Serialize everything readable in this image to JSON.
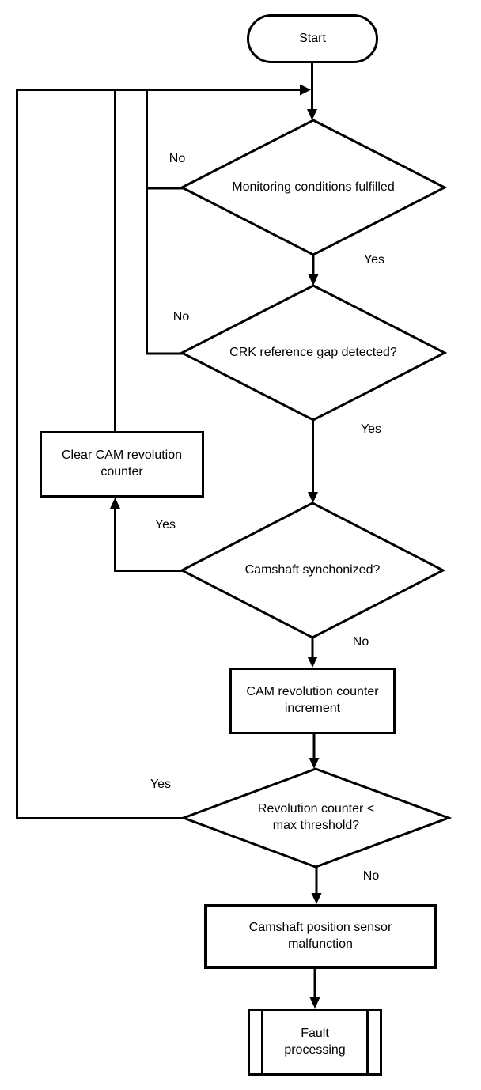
{
  "diagram": {
    "description": "Camshaft position sensor monitoring flowchart",
    "colors": {
      "line": "#000000",
      "background": "#ffffff",
      "text": "#000000"
    },
    "nodes": {
      "start": {
        "type": "terminator",
        "label": "Start"
      },
      "monitoring": {
        "type": "decision",
        "label": "Monitoring conditions fulfilled"
      },
      "crk_gap": {
        "type": "decision",
        "label": "CRK reference gap detected?"
      },
      "clear_counter": {
        "type": "process",
        "label": "Clear CAM revolution counter"
      },
      "cam_sync": {
        "type": "decision",
        "label": "Camshaft synchonized?"
      },
      "counter_increment": {
        "type": "process",
        "label": "CAM revolution counter increment"
      },
      "counter_threshold": {
        "type": "decision",
        "label": "Revolution counter < max threshold?"
      },
      "sensor_malfunction": {
        "type": "process",
        "label": "Camshaft position sensor malfunction"
      },
      "fault_processing": {
        "type": "predefined_process",
        "label": "Fault processing"
      }
    },
    "edge_labels": {
      "monitoring_no": "No",
      "monitoring_yes": "Yes",
      "crk_no": "No",
      "crk_yes": "Yes",
      "sync_yes": "Yes",
      "sync_no": "No",
      "threshold_yes": "Yes",
      "threshold_no": "No"
    }
  }
}
